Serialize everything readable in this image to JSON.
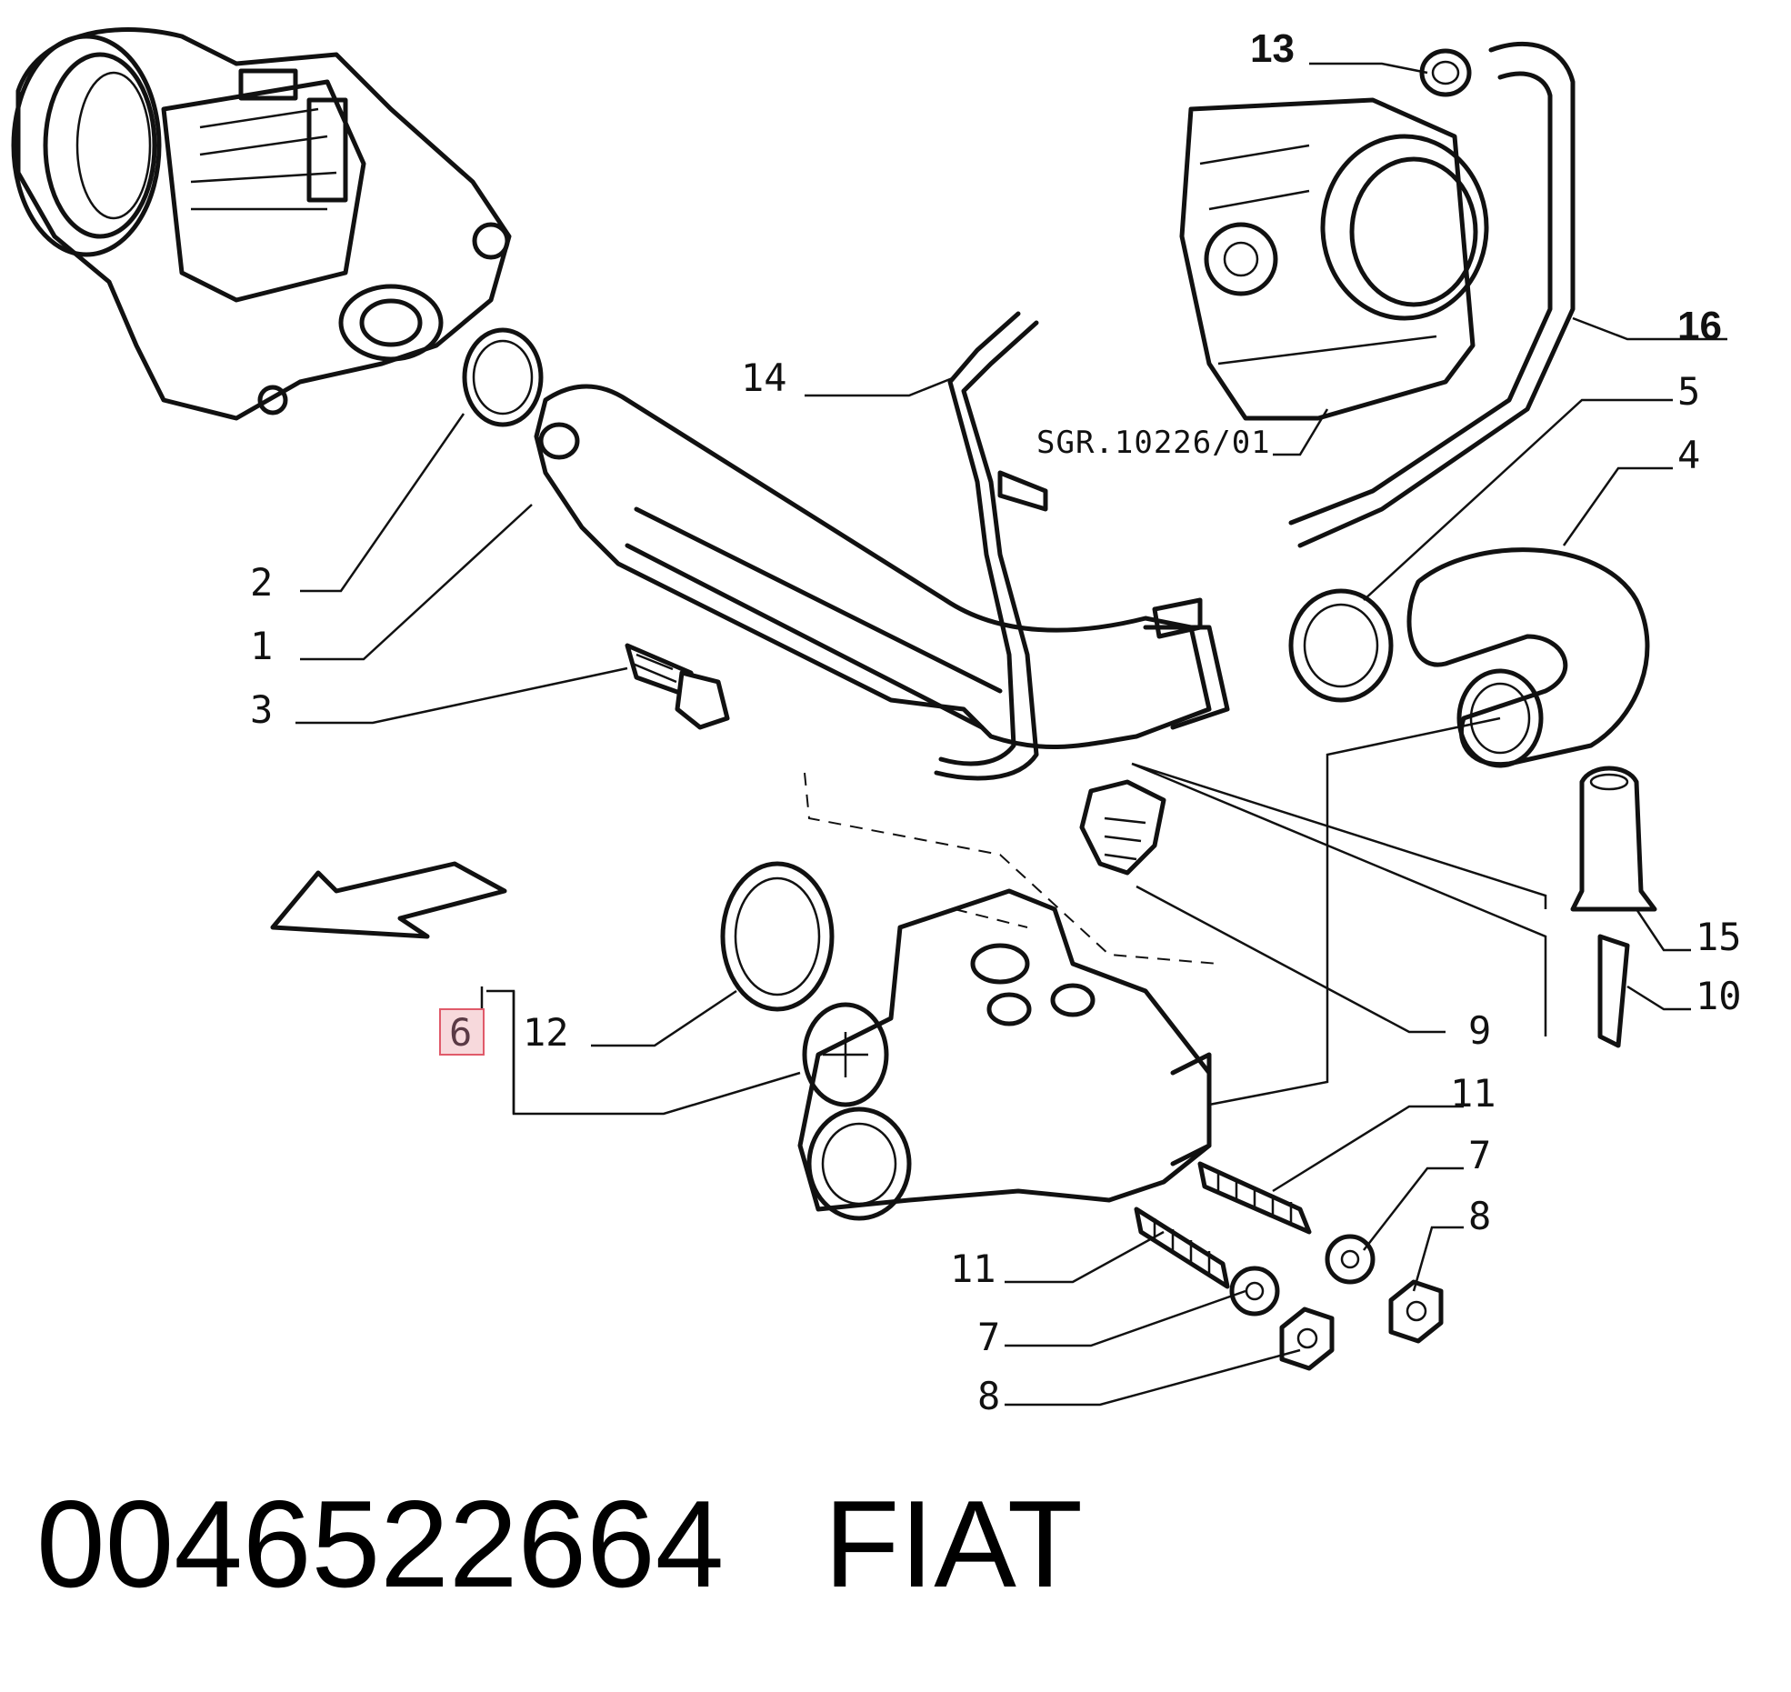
{
  "callouts": {
    "c1": "1",
    "c2": "2",
    "c3": "3",
    "c4": "4",
    "c5": "5",
    "c6": "6",
    "c7a": "7",
    "c7b": "7",
    "c8a": "8",
    "c8b": "8",
    "c9": "9",
    "c10": "10",
    "c11a": "11",
    "c11b": "11",
    "c12": "12",
    "c13": "13",
    "c14": "14",
    "c15": "15",
    "c16": "16"
  },
  "reference_code": "SGR.10226/01",
  "footer": {
    "part_number": "0046522664",
    "brand": "FIAT"
  },
  "colors": {
    "highlight_box": "#f7d9dc",
    "highlight_border": "#e05a6a",
    "line": "#111111"
  }
}
